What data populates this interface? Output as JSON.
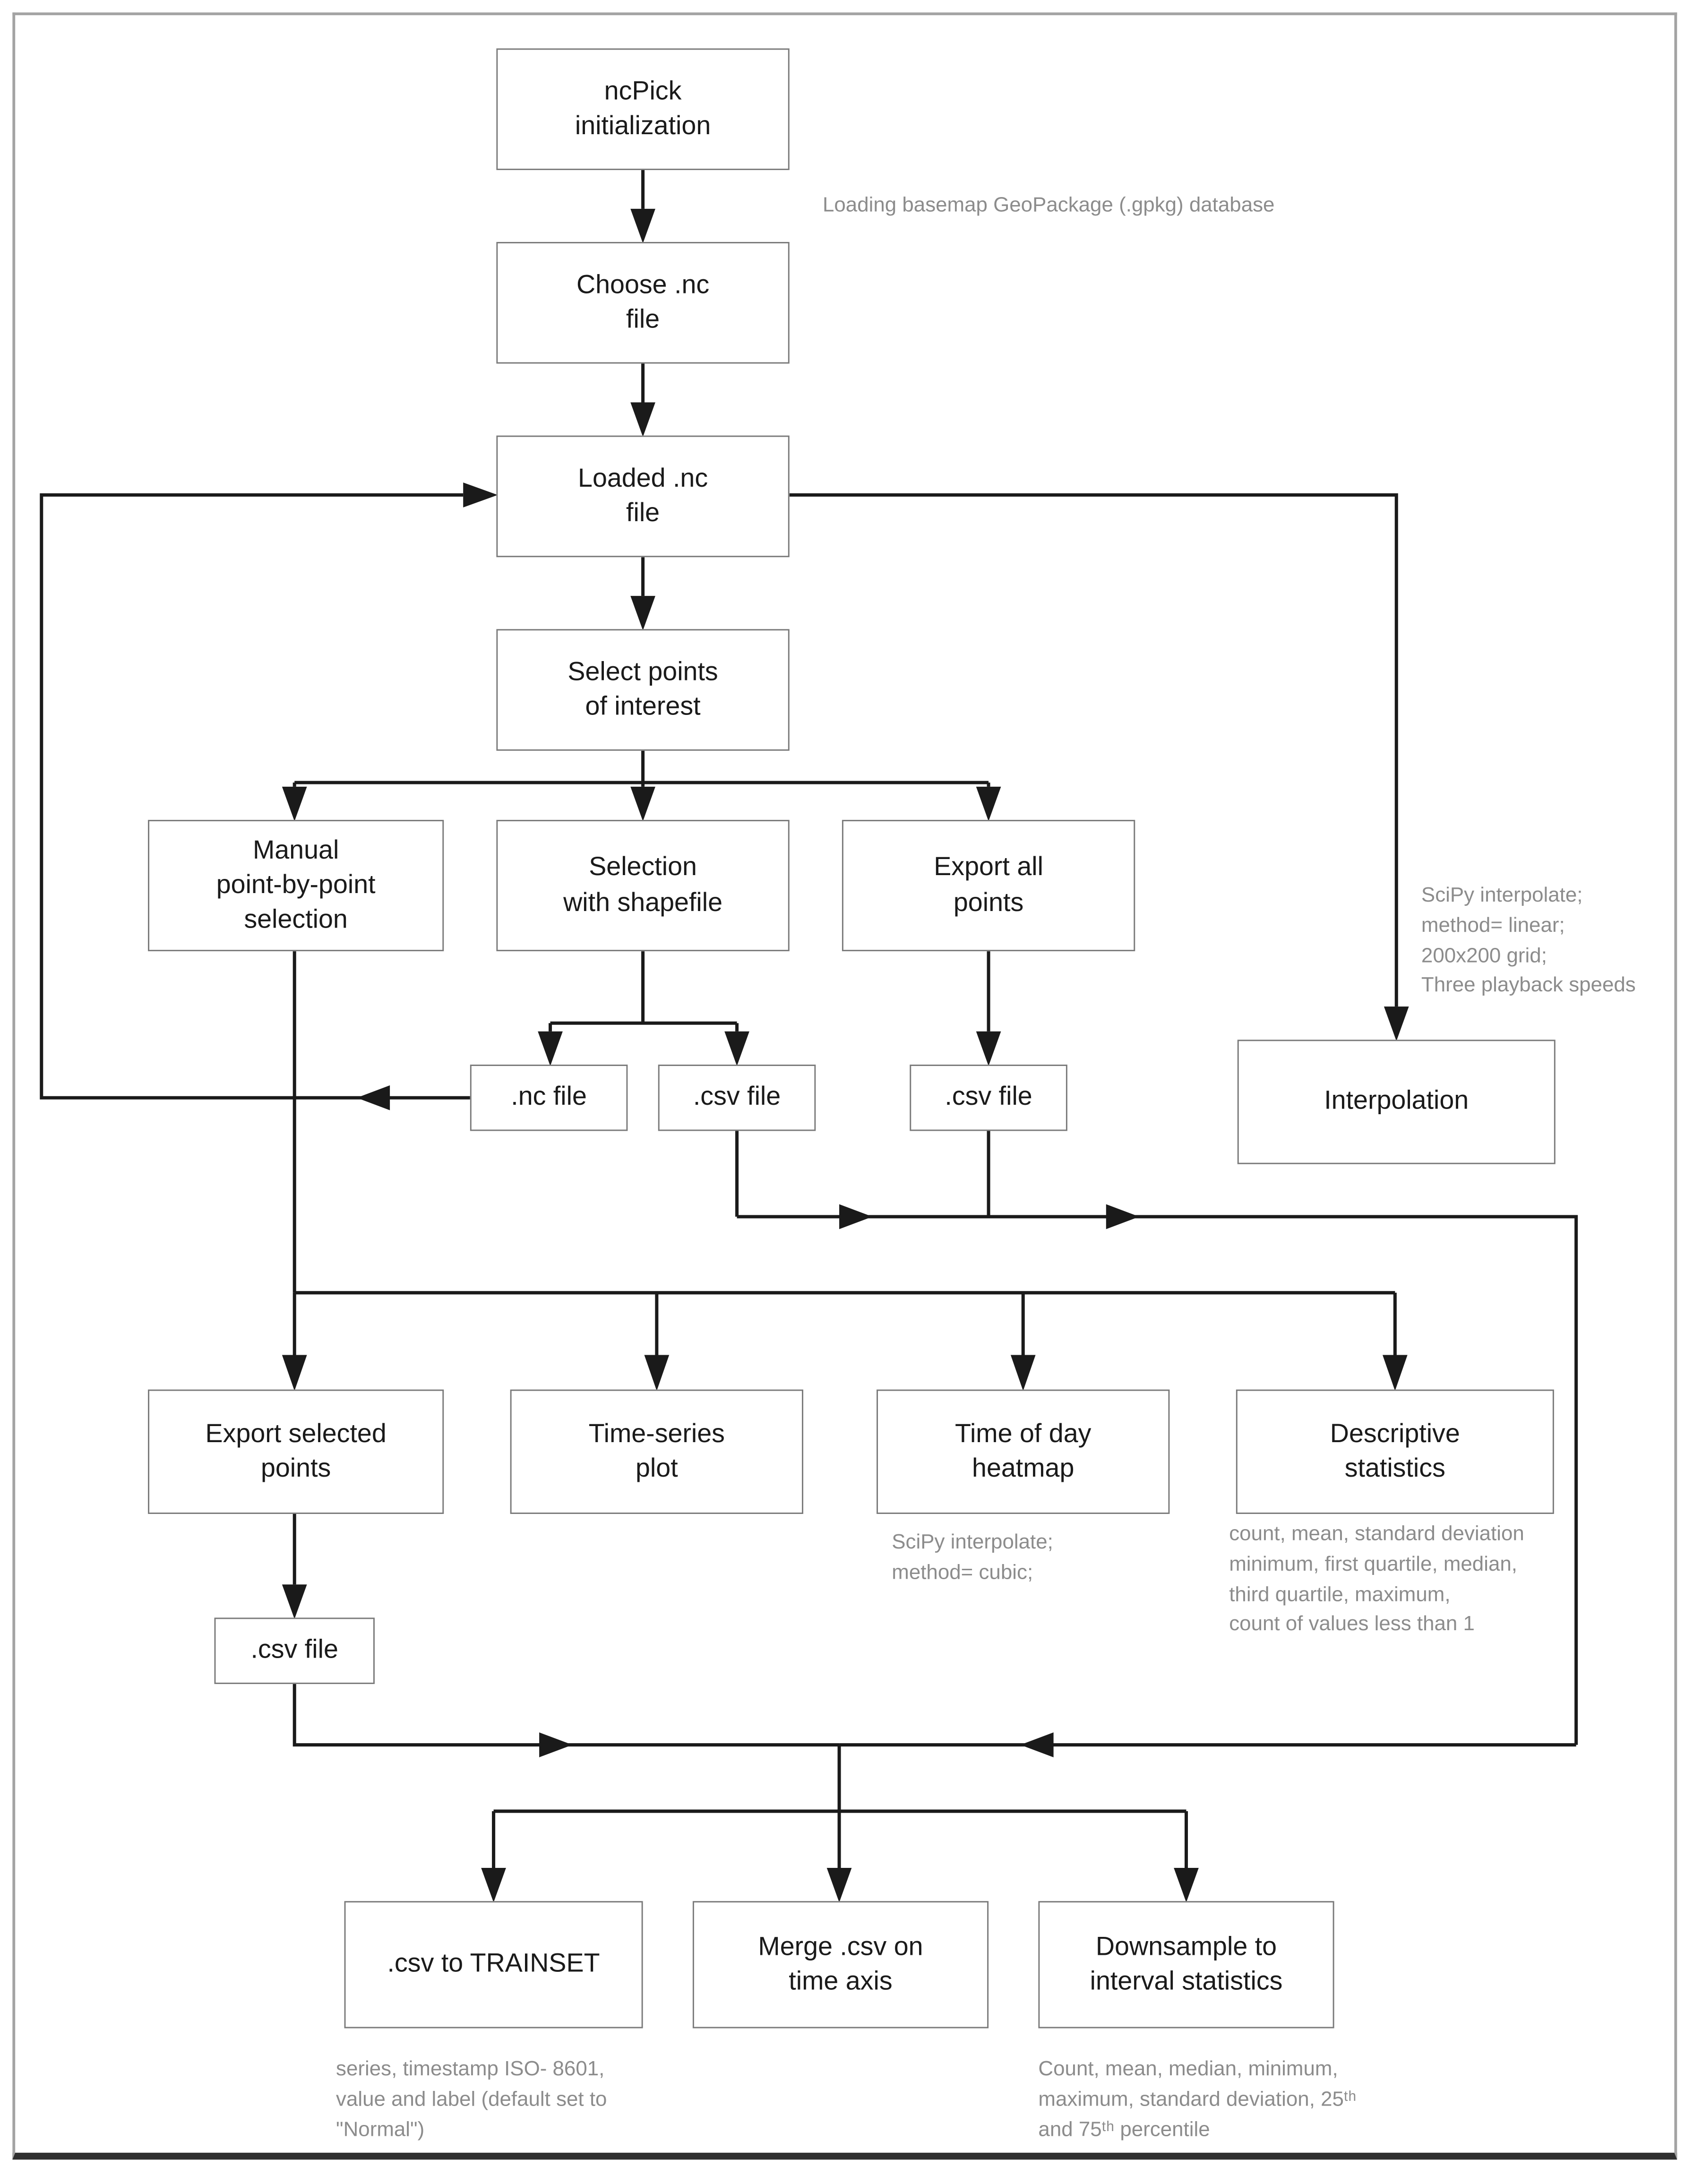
{
  "figure": {
    "kind": "flowchart",
    "colors": {
      "background": "#ffffff",
      "box_fill": "#ffffff",
      "box_border": "#7a7a7a",
      "label_text": "#1a1a1a",
      "note_text": "#8c8c8c",
      "connector": "#1a1a1a",
      "frame": "#a3a3a3",
      "frame_bottom": "#2f2f2f"
    }
  },
  "nodes": {
    "ncpick_init": {
      "label": "ncPick\ninitialization"
    },
    "choose_nc": {
      "label": "Choose .nc\nfile"
    },
    "loaded_nc": {
      "label": "Loaded .nc\nfile"
    },
    "select_points": {
      "label": "Select points\nof interest"
    },
    "manual_selection": {
      "label": "Manual\npoint-by-point\nselection"
    },
    "shapefile_selection": {
      "label": "Selection\nwith shapefile"
    },
    "export_all": {
      "label": "Export all\npoints"
    },
    "nc_file": {
      "label": ".nc file"
    },
    "csv_file_shapefile": {
      "label": ".csv file"
    },
    "csv_file_all": {
      "label": ".csv file"
    },
    "interpolation": {
      "label": "Interpolation"
    },
    "export_selected": {
      "label": "Export selected\npoints"
    },
    "timeseries_plot": {
      "label": "Time-series\nplot"
    },
    "tod_heatmap": {
      "label": "Time of day\nheatmap"
    },
    "descriptive_stats": {
      "label": "Descriptive\nstatistics"
    },
    "csv_file_selected": {
      "label": ".csv file"
    },
    "csv_to_trainset": {
      "label": ".csv to TRAINSET"
    },
    "merge_csv": {
      "label": "Merge .csv on\ntime axis"
    },
    "downsample": {
      "label": "Downsample to\ninterval statistics"
    }
  },
  "notes": {
    "basemap": {
      "text": "Loading basemap GeoPackage (.gpkg) database"
    },
    "interpolation_params": {
      "text": "SciPy interpolate;\nmethod= linear;\n200x200 grid;\nThree playback speeds"
    },
    "heatmap_params": {
      "text": "SciPy interpolate;\nmethod= cubic;"
    },
    "descriptive_stats_fields": {
      "text": "count, mean, standard deviation\nminimum, first quartile, median,\nthird quartile, maximum,\ncount of values less than 1"
    },
    "trainset_fields": {
      "text": "series, timestamp ISO- 8601,\nvalue and label (default set to\n\"Normal\")"
    },
    "downsample_fields": {
      "text": "Count, mean, median, minimum,\nmaximum, standard deviation, 25ᵗʰ\nand 75ᵗʰ percentile"
    }
  },
  "edges": [
    {
      "from": "ncPick initialization",
      "to": "Choose .nc file"
    },
    {
      "from": "Choose .nc file",
      "to": "Loaded .nc file"
    },
    {
      "from": "Loaded .nc file",
      "to": "Select points of interest"
    },
    {
      "from": "Loaded .nc file",
      "to": "Interpolation"
    },
    {
      "from": "Select points of interest",
      "to": "Manual point-by-point selection"
    },
    {
      "from": "Select points of interest",
      "to": "Selection with shapefile"
    },
    {
      "from": "Select points of interest",
      "to": "Export all points"
    },
    {
      "from": "Selection with shapefile",
      "to": ".nc file"
    },
    {
      "from": "Selection with shapefile",
      "to": ".csv file"
    },
    {
      "from": "Export all points",
      "to": ".csv file"
    },
    {
      "from": ".nc file",
      "to": "Loaded .nc file"
    },
    {
      "from": "Manual point-by-point selection",
      "to": "analysis row (Export selected points, Time-series plot, Time of day heatmap, Descriptive statistics)"
    },
    {
      "from": ".csv file outputs",
      "to": "merge junction"
    },
    {
      "from": "Export selected points",
      "to": ".csv file"
    },
    {
      "from": ".csv file",
      "to": "bottom row (.csv to TRAINSET, Merge .csv on time axis, Downsample to interval statistics)"
    }
  ]
}
